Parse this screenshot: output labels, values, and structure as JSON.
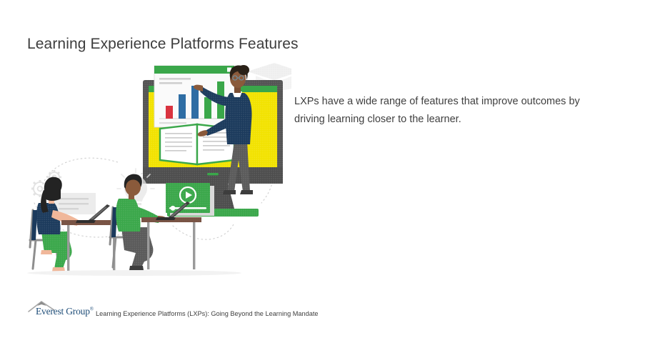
{
  "page": {
    "title": "Learning Experience Platforms Features",
    "background_color": "#ffffff"
  },
  "body": {
    "paragraph": "LXPs have a wide range of features that improve outcomes by driving learning closer to the learner."
  },
  "footer": {
    "logo_name": "Everest Group",
    "logo_registered_mark": "®",
    "logo_color": "#1f4e79",
    "caption": "Learning Experience Platforms (LXPs): Going Beyond the Learning Mandate"
  },
  "illustration": {
    "name": "online-learning-illustration",
    "palette": {
      "green": "#3aa74a",
      "green_dark": "#2f9140",
      "yellow": "#f2e200",
      "navy": "#1b3a5c",
      "gray_dark": "#4d4d4d",
      "gray_mid": "#6e6e6e",
      "gray_light": "#e8e8e8",
      "red": "#d9333f",
      "blue": "#2e6da4",
      "skin_light": "#f0b79a",
      "skin_dark": "#8a5a3b",
      "desk_brown": "#7a5546"
    },
    "elements": {
      "monitor": "desktop-monitor",
      "screen_content": "yellow-lesson-screen",
      "chart_panel": "bar-chart-window",
      "book": "open-book",
      "presenter": "presenter-figure",
      "graduation_cap": "graduation-cap-icon",
      "video_card": "video-player-card",
      "lightbulb": "lightbulb-icon",
      "gears": "gears-icon",
      "chat_bubble": "chat-bubble-icon",
      "student_left": "student-figure-left",
      "student_right": "student-figure-right",
      "desks": "student-desks",
      "connectors": "dotted-arc-connectors"
    },
    "chart_bars": {
      "colors": [
        "#d9333f",
        "#2e6da4",
        "#2e6da4",
        "#3aa74a",
        "#3aa74a"
      ],
      "heights": [
        18,
        34,
        46,
        30,
        52
      ]
    }
  }
}
